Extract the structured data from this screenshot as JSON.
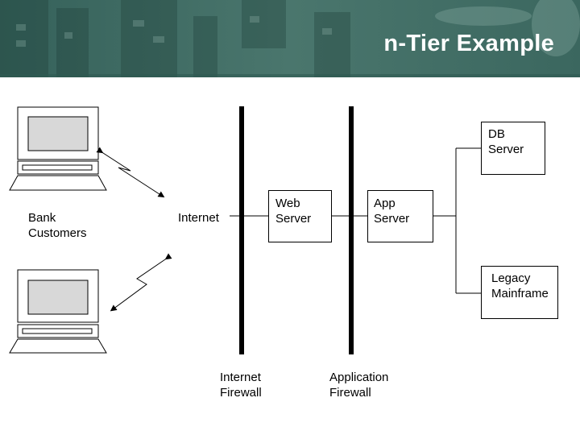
{
  "header": {
    "title": "n-Tier Example",
    "bg_color": "#3f6a62"
  },
  "labels": {
    "bank_customers": "Bank\nCustomers",
    "internet": "Internet",
    "internet_firewall": "Internet\nFirewall",
    "application_firewall": "Application\nFirewall"
  },
  "boxes": {
    "web_server": "Web\nServer",
    "app_server": "App\nServer",
    "db_server": "DB\nServer",
    "legacy_mainframe": "Legacy\nMainframe"
  },
  "icons": [
    "computer-icon",
    "lightning-arrow-icon",
    "firewall-icon"
  ]
}
